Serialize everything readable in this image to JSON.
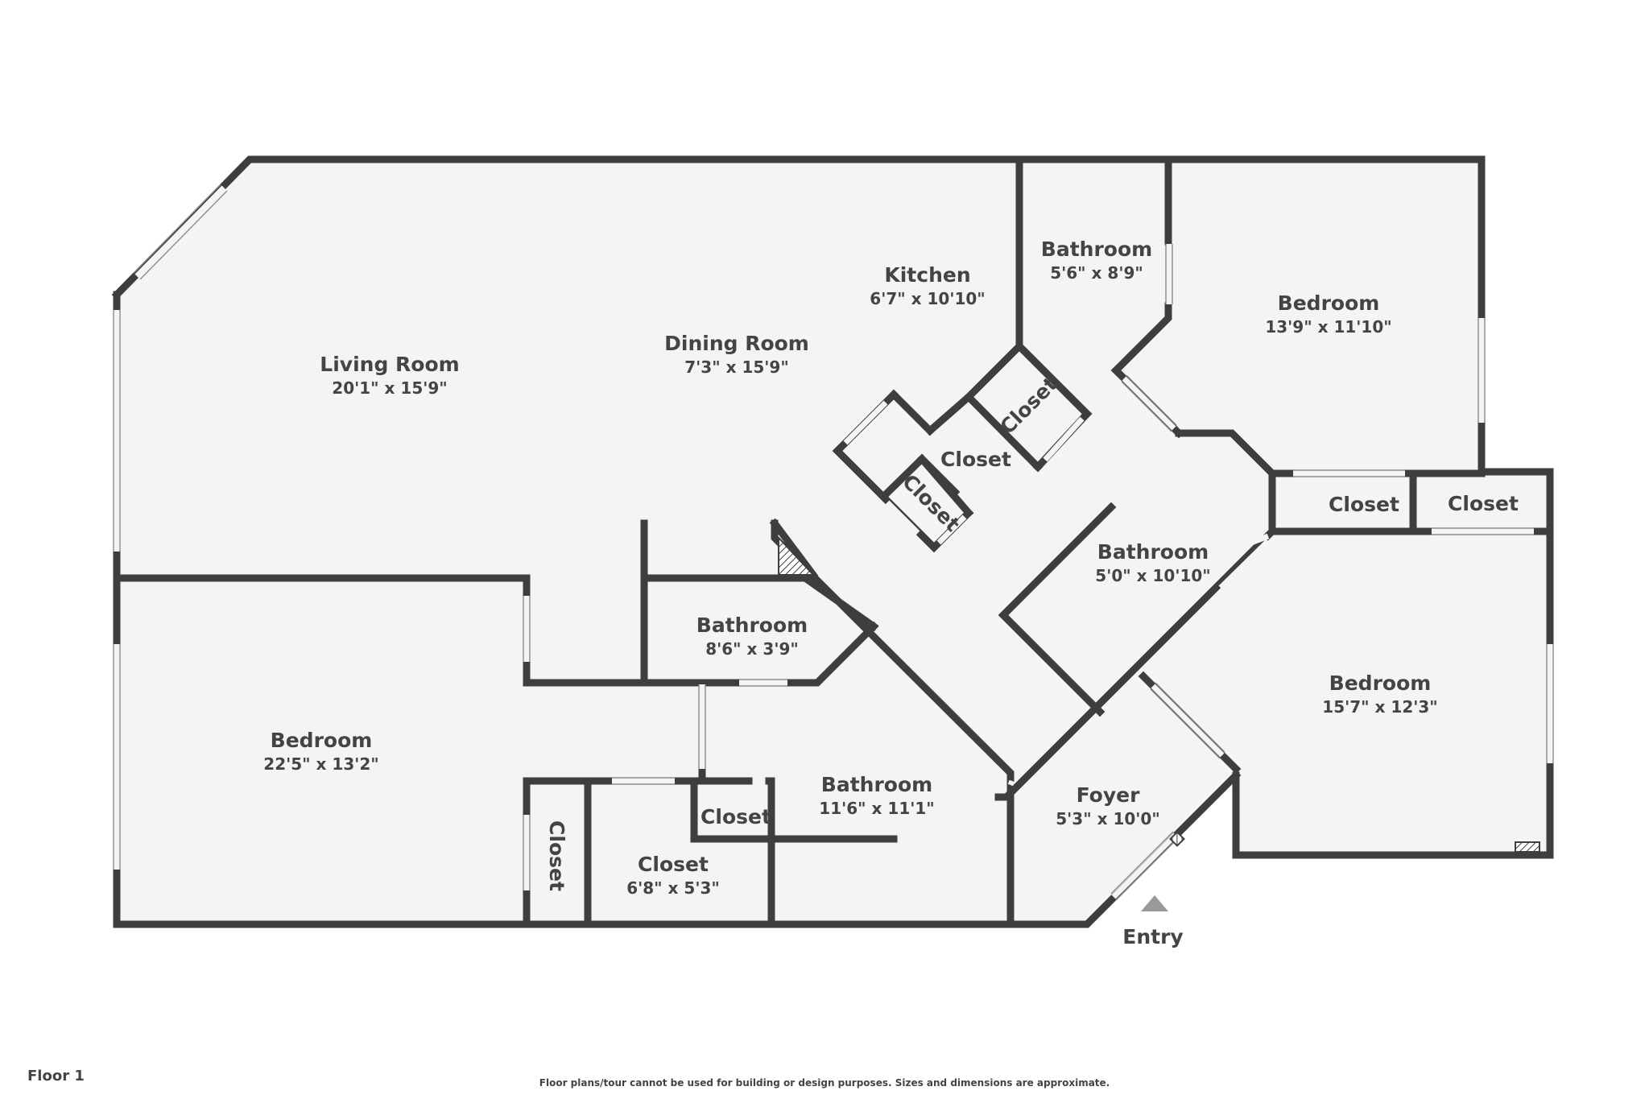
{
  "floor_label": "Floor 1",
  "disclaimer": "Floor plans/tour cannot be used for building or design purposes. Sizes and dimensions are approximate.",
  "entry_label": "Entry",
  "rooms": {
    "living_room": {
      "name": "Living Room",
      "dims": "20'1\" x 15'9\""
    },
    "dining_room": {
      "name": "Dining Room",
      "dims": "7'3\" x 15'9\""
    },
    "kitchen": {
      "name": "Kitchen",
      "dims": "6'7\" x 10'10\""
    },
    "bathroom_top": {
      "name": "Bathroom",
      "dims": "5'6\" x 8'9\""
    },
    "bedroom_top_right": {
      "name": "Bedroom",
      "dims": "13'9\" x 11'10\""
    },
    "closet_diag_upper": {
      "name": "Closet"
    },
    "closet_diag_middle": {
      "name": "Closet"
    },
    "closet_diag_lower": {
      "name": "Closet"
    },
    "closet_right_1": {
      "name": "Closet"
    },
    "closet_right_2": {
      "name": "Closet"
    },
    "bathroom_center": {
      "name": "Bathroom",
      "dims": "5'0\" x 10'10\""
    },
    "bedroom_right": {
      "name": "Bedroom",
      "dims": "15'7\" x 12'3\""
    },
    "bathroom_small": {
      "name": "Bathroom",
      "dims": "8'6\" x 3'9\""
    },
    "bedroom_left": {
      "name": "Bedroom",
      "dims": "22'5\" x 13'2\""
    },
    "bathroom_lower": {
      "name": "Bathroom",
      "dims": "11'6\" x 11'1\""
    },
    "foyer": {
      "name": "Foyer",
      "dims": "5'3\" x 10'0\""
    },
    "closet_vertical": {
      "name": "Closet"
    },
    "closet_walk_in": {
      "name": "Closet",
      "dims": "6'8\" x 5'3\""
    },
    "closet_small": {
      "name": "Closet"
    }
  }
}
